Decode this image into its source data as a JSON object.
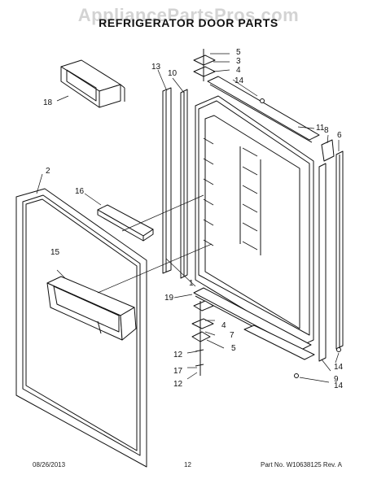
{
  "watermark": "AppliancePartsPros.com",
  "title": "REFRIGERATOR DOOR PARTS",
  "callouts": {
    "c1": "1",
    "c2": "2",
    "c3": "3",
    "c4a": "4",
    "c4b": "4",
    "c5a": "5",
    "c5b": "5",
    "c6": "6",
    "c7": "7",
    "c8": "8",
    "c9": "9",
    "c10": "10",
    "c11": "11",
    "c12a": "12",
    "c12b": "12",
    "c13": "13",
    "c14a": "14",
    "c14b": "14",
    "c14c": "14",
    "c15": "15",
    "c16": "16",
    "c17": "17",
    "c18": "18",
    "c19": "19"
  },
  "footer": {
    "date": "08/26/2013",
    "page": "12",
    "part": "Part No. W10638125  Rev. A"
  },
  "colors": {
    "line": "#111111",
    "watermark": "#969696"
  }
}
